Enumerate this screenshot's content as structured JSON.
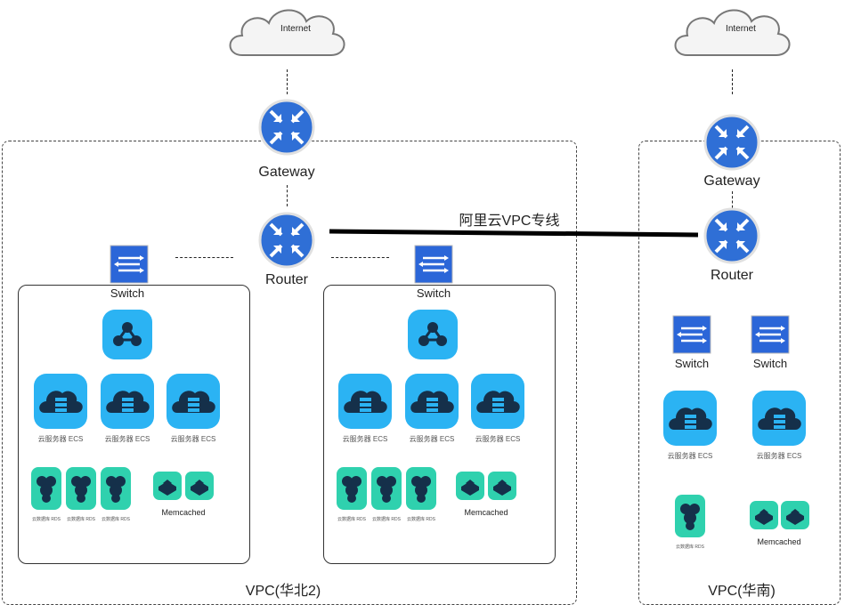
{
  "colors": {
    "router": "#2f6fd6",
    "switch": "#2b66d8",
    "ecs": "#2bb3f3",
    "rds": "#2fd1ae",
    "icon_dark": "#15304a"
  },
  "internet": "Internet",
  "gateway": "Gateway",
  "router": "Router",
  "switch": "Switch",
  "link": "阿里云VPC专线",
  "ecs": "云服务器 ECS",
  "rds": "云数据库 RDS",
  "memcached": "Memcached",
  "vpc_north": "VPC(华北2)",
  "vpc_south": "VPC(华南)",
  "icons": [
    "cloud-icon",
    "router-icon",
    "switch-icon",
    "hub-icon",
    "ecs-icon",
    "rds-icon",
    "memcached-icon"
  ]
}
